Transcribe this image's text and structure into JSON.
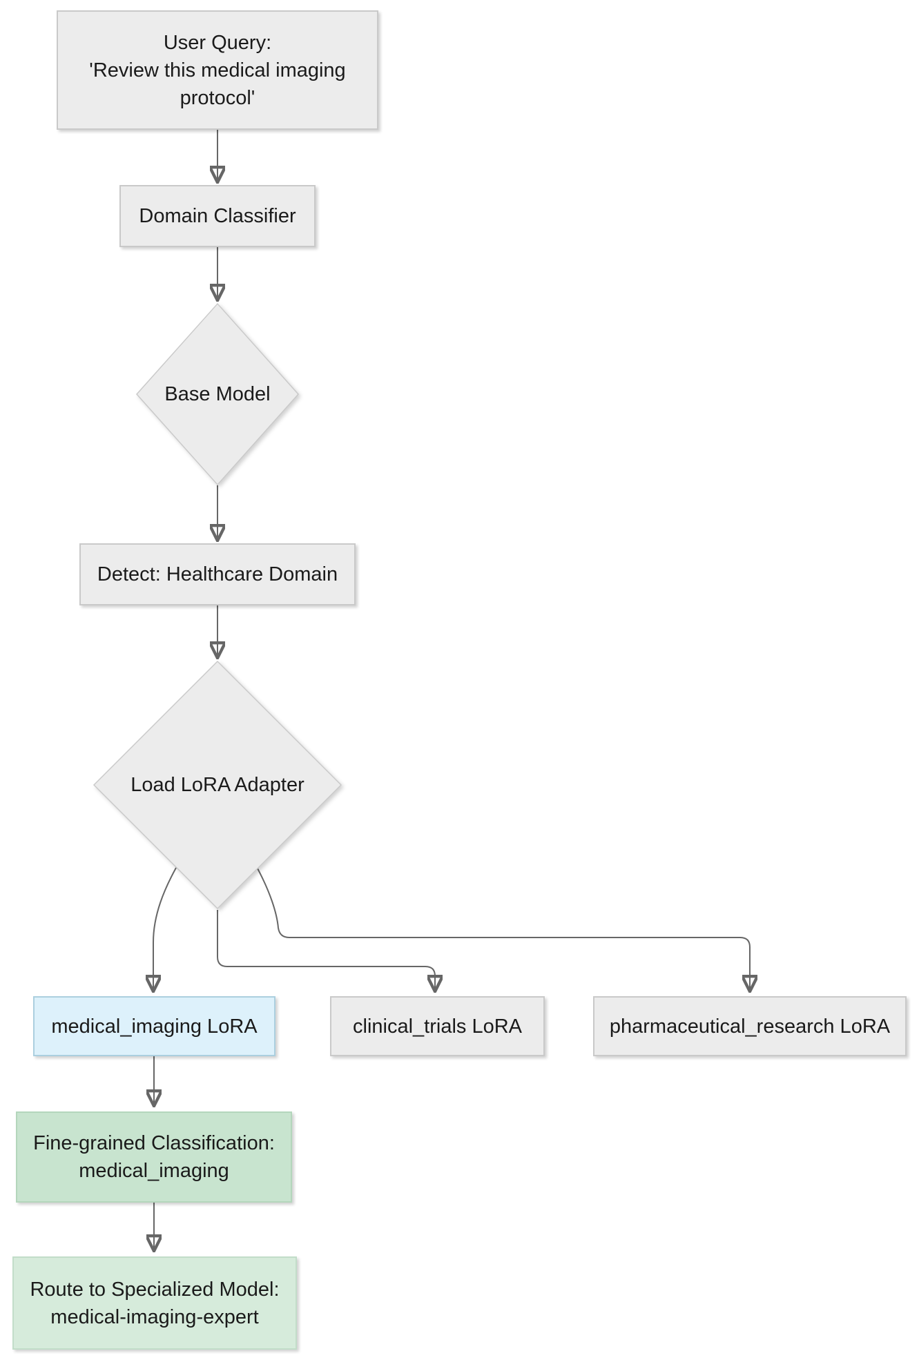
{
  "diagram": {
    "type": "flowchart",
    "direction": "top-down",
    "nodes": {
      "user_query": {
        "shape": "rectangle",
        "line1": "User Query:",
        "line2": "'Review this medical imaging",
        "line3": "protocol'"
      },
      "domain_classifier": {
        "shape": "rectangle",
        "label": "Domain Classifier"
      },
      "base_model": {
        "shape": "diamond",
        "label": "Base Model"
      },
      "detect_healthcare": {
        "shape": "rectangle",
        "label": "Detect: Healthcare Domain"
      },
      "load_lora_adapter": {
        "shape": "diamond",
        "label": "Load LoRA Adapter"
      },
      "medical_imaging_lora": {
        "shape": "rectangle",
        "label": "medical_imaging LoRA",
        "highlight": "blue"
      },
      "clinical_trials_lora": {
        "shape": "rectangle",
        "label": "clinical_trials LoRA"
      },
      "pharmaceutical_research_lora": {
        "shape": "rectangle",
        "label": "pharmaceutical_research LoRA"
      },
      "fine_grained_classification": {
        "shape": "rectangle",
        "line1": "Fine-grained Classification:",
        "line2": "medical_imaging",
        "highlight": "green-dark"
      },
      "route_specialized_model": {
        "shape": "rectangle",
        "line1": "Route to Specialized Model:",
        "line2": "medical-imaging-expert",
        "highlight": "green-light"
      }
    },
    "edges": [
      {
        "from": "user_query",
        "to": "domain_classifier"
      },
      {
        "from": "domain_classifier",
        "to": "base_model"
      },
      {
        "from": "base_model",
        "to": "detect_healthcare"
      },
      {
        "from": "detect_healthcare",
        "to": "load_lora_adapter"
      },
      {
        "from": "load_lora_adapter",
        "to": "medical_imaging_lora"
      },
      {
        "from": "load_lora_adapter",
        "to": "clinical_trials_lora"
      },
      {
        "from": "load_lora_adapter",
        "to": "pharmaceutical_research_lora"
      },
      {
        "from": "medical_imaging_lora",
        "to": "fine_grained_classification"
      },
      {
        "from": "fine_grained_classification",
        "to": "route_specialized_model"
      }
    ],
    "colors": {
      "node_fill_gray": "#ececec",
      "node_border_gray": "#c9c9c9",
      "node_fill_blue": "#ddf1fb",
      "node_border_blue": "#abcfdf",
      "node_fill_green_dark": "#c8e4cf",
      "node_border_green_dark": "#b4d6bc",
      "node_fill_green_light": "#d6ebdb",
      "node_border_green_light": "#c2ddc9",
      "edge_stroke": "#666666",
      "text": "#1a1a1a",
      "background": "#ffffff"
    }
  }
}
